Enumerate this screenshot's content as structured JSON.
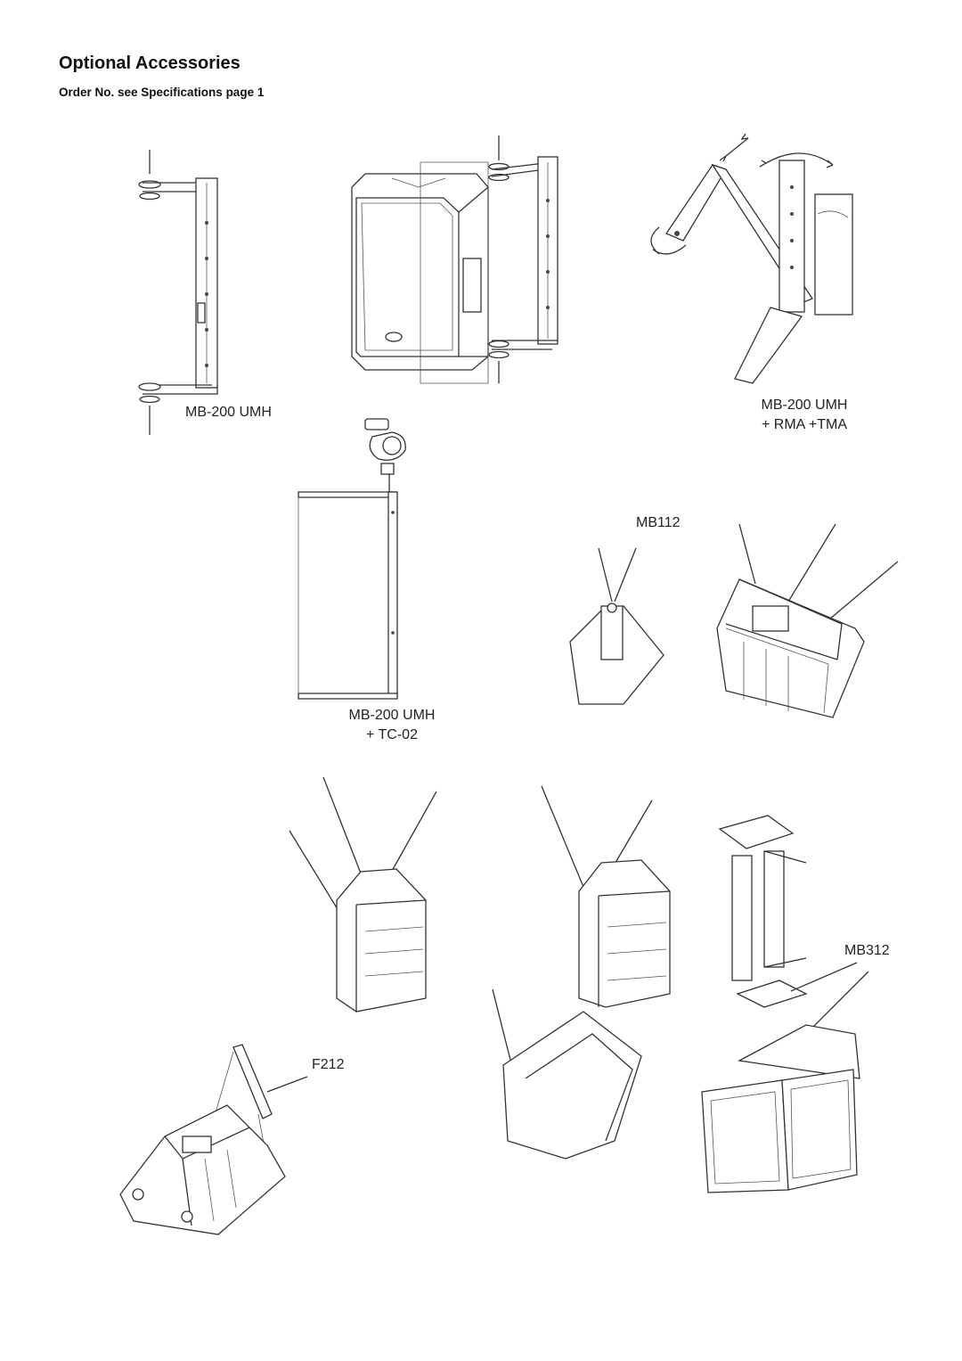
{
  "page": {
    "title": "Optional Accessories",
    "subtitle": "Order No. see Specifications page 1"
  },
  "captions": {
    "mb200_umh": "MB-200 UMH",
    "mb200_rma_tma_line1": "MB-200 UMH",
    "mb200_rma_tma_line2": "+ RMA +TMA",
    "mb200_tc02_line1": "MB-200 UMH",
    "mb200_tc02_line2": "+ TC-02",
    "mb112": "MB112",
    "mb312": "MB312",
    "f212": "F212"
  },
  "icons": [
    "u-bracket-icon",
    "speaker-cabinet-icon",
    "swivel-arm-mount-icon",
    "truss-clamp-icon",
    "ceiling-mount-icon",
    "cluster-speaker-icon",
    "floor-monitor-icon",
    "rotation-arrow-icon"
  ]
}
